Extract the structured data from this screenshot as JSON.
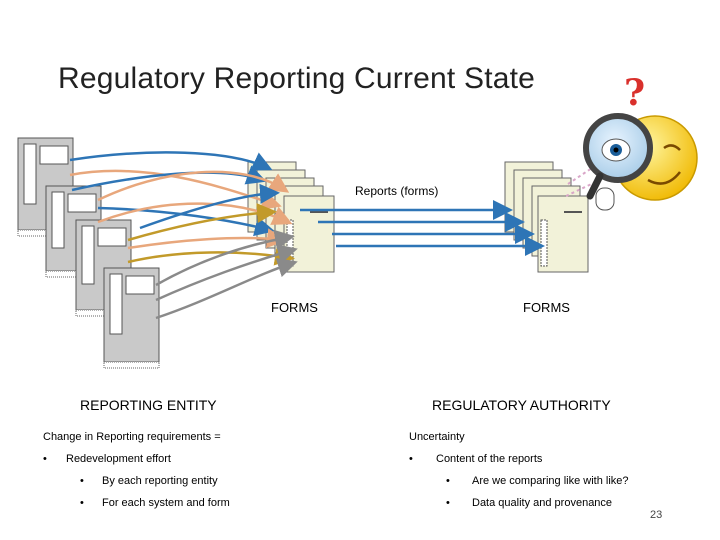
{
  "title": "Regulatory Reporting Current State",
  "question_mark": "?",
  "reports_label": "Reports (forms)",
  "forms_left": "FORMS",
  "forms_right": "FORMS",
  "reporting_entity": {
    "heading": "REPORTING ENTITY",
    "intro": "Change in Reporting requirements =",
    "bullet": "Redevelopment effort",
    "sub_bullets": [
      "By each reporting entity",
      "For each system and form"
    ]
  },
  "regulatory_authority": {
    "heading": "REGULATORY AUTHORITY",
    "intro": "Uncertainty",
    "bullet": "Content of the reports",
    "sub_bullets": [
      "Are we comparing like with like?",
      "Data quality and provenance"
    ]
  },
  "page_number": "23",
  "icons": [
    "server-icon",
    "document-stack-icon",
    "magnifying-glass-icon",
    "smiley-icon"
  ],
  "colors": {
    "arrow_blue": "#2e75b6",
    "arrow_peach": "#e8a77c",
    "arrow_gold": "#c29a2a",
    "arrow_gray": "#8a8a8a",
    "doc_fill": "#f2f2d9",
    "question_red": "#d9302c",
    "smiley_yellow": "#f5d21c"
  }
}
